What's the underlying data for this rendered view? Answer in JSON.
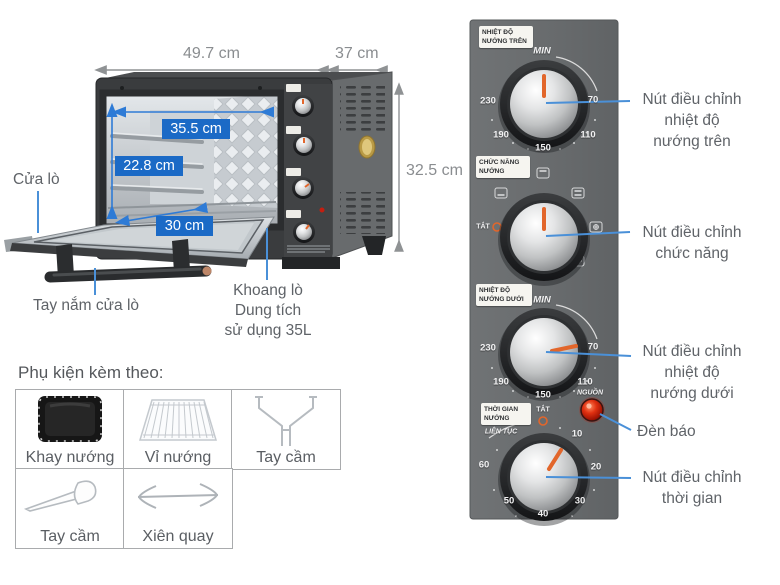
{
  "dimensions": {
    "width_label": "49.7 cm",
    "depth_label": "37 cm",
    "height_label": "32.5 cm",
    "interior_width_label": "35.5 cm",
    "interior_height_label": "22.8 cm",
    "interior_depth_label": "30 cm"
  },
  "oven_labels": {
    "door": "Cửa lò",
    "door_handle": "Tay nắm cửa lò",
    "cavity": "Khoang lò\nDung tích\nsử dụng 35L"
  },
  "accessories": {
    "heading": "Phụ kiện kèm theo:",
    "items": [
      {
        "label": "Khay nướng",
        "icon": "baking-tray-icon"
      },
      {
        "label": "Vỉ nướng",
        "icon": "wire-rack-icon"
      },
      {
        "label": "Tay cầm",
        "icon": "rack-handle-icon"
      },
      {
        "label": "Tay cầm",
        "icon": "tray-handle-icon"
      },
      {
        "label": "Xiên quay",
        "icon": "rotisserie-skewer-icon"
      }
    ]
  },
  "panel": {
    "plate1": "NHIỆT ĐỘ\nNƯỚNG TRÊN",
    "plate2": "CHỨC NĂNG\nNƯỚNG",
    "plate3": "NHIỆT ĐỘ\nNƯỚNG DƯỚI",
    "plate4": "THỜI GIAN\nNƯỚNG",
    "nguon": "NGUỒN",
    "k1": {
      "min": "MIN",
      "n230": "230",
      "n70": "70",
      "n190": "190",
      "n110": "110",
      "n150": "150"
    },
    "k2": {
      "off": "TẮT"
    },
    "k3": {
      "min": "MIN",
      "n230": "230",
      "n70": "70",
      "n190": "190",
      "n110": "110",
      "n150": "150"
    },
    "k4": {
      "off": "TẮT",
      "lien_tuc": "LIÊN TỤC",
      "n10": "10",
      "n20": "20",
      "n30": "30",
      "n40": "40",
      "n50": "50",
      "n60": "60"
    }
  },
  "callouts": {
    "top_temp": "Nút điều chỉnh\nnhiệt độ\nnướng trên",
    "function": "Nút điều chỉnh\nchức năng",
    "bottom_temp": "Nút điều chỉnh\nnhiệt độ\nnướng dưới",
    "indicator": "Đèn báo",
    "timer": "Nút điều chỉnh\nthời gian"
  },
  "colors": {
    "accent_blue": "#1b6ac6",
    "line_blue": "#4a90d8",
    "indicator_orange": "#e2662b",
    "panel_gray": "#6a6d6f",
    "red_light": "#d21b05"
  }
}
